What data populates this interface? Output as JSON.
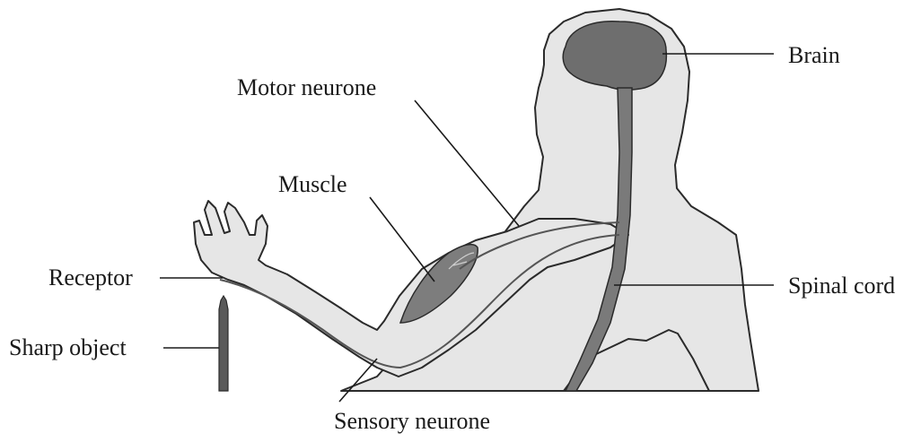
{
  "diagram": {
    "labels": {
      "brain": "Brain",
      "motor_neurone": "Motor neurone",
      "muscle": "Muscle",
      "receptor": "Receptor",
      "spinal_cord": "Spinal cord",
      "sharp_object": "Sharp object",
      "sensory_neurone": "Sensory neurone"
    },
    "colors": {
      "body_fill": "#e6e6e6",
      "outline": "#2b2b2b",
      "brain_fill": "#6e6e6e",
      "spinal_cord_fill": "#7a7a7a",
      "muscle_fill": "#7d7d7d",
      "nerve_line": "#555555",
      "sharp_object_fill": "#5a5a5a",
      "text": "#1a1a1a"
    }
  }
}
